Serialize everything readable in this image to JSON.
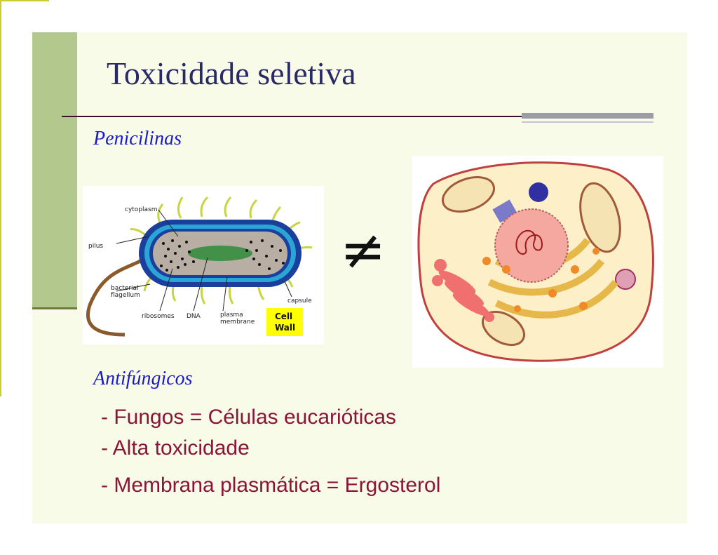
{
  "slide": {
    "title": "Toxicidade seletiva",
    "section1_heading": "Penicilinas",
    "section2_heading": "Antifúngicos",
    "not_equal_symbol": "≠",
    "bullets": [
      "- Fungos = Células eucarióticas",
      "- Alta toxicidade",
      "- Membrana plasmática = Ergosterol"
    ]
  },
  "bacterium_diagram": {
    "labels": {
      "cytoplasm": "cytoplasm",
      "pilus": "pilus",
      "flagellum_line1": "bacterial",
      "flagellum_line2": "flagellum",
      "ribosomes": "ribosomes",
      "dna": "DNA",
      "membrane_line1": "plasma",
      "membrane_line2": "membrane",
      "capsule": "capsule",
      "cell_wall_line1": "Cell",
      "cell_wall_line2": "Wall"
    },
    "colors": {
      "capsule": "#1a3f9c",
      "cell_wall_box": "#ffff00",
      "cytoplasm": "#b8aea4",
      "dna": "#2e8b3a",
      "flagellum": "#8b5a2b",
      "pili": "#c6d642"
    }
  },
  "eukaryote_diagram": {
    "colors": {
      "cell": "#fdf0c8",
      "membrane": "#c04040",
      "nucleus": "#f4a8a0",
      "golgi": "#f07070",
      "er": "#f8dc80",
      "mitochondria": "#a05a3a",
      "vesicles": "#f08a28"
    }
  },
  "theme": {
    "title_color": "#2a2a66",
    "heading_color": "#1a1acc",
    "bullet_color": "#8b1538",
    "sidebar_color": "#b2c88c",
    "background_color": "#f7fbe8"
  }
}
